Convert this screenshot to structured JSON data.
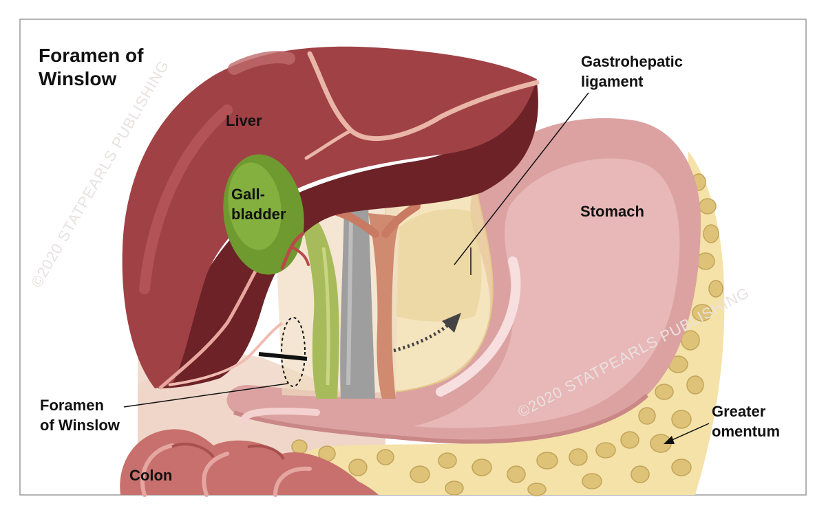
{
  "title": {
    "line1": "Foramen of",
    "line2": "Winslow"
  },
  "labels": {
    "liver": "Liver",
    "gallbladder": {
      "line1": "Gall-",
      "line2": "bladder"
    },
    "gastrohepatic": {
      "line1": "Gastrohepatic",
      "line2": "ligament"
    },
    "stomach": "Stomach",
    "foramen": {
      "line1": "Foramen",
      "line2": "of Winslow"
    },
    "greater_omentum": {
      "line1": "Greater",
      "line2": "omentum"
    },
    "colon": "Colon"
  },
  "watermarks": {
    "left": "©2020 STATPEARLS PUBLISHING",
    "right": "©2020 STATPEARLS PUBLISHING"
  },
  "colors": {
    "liver": "#a04146",
    "liver_dark": "#6e2326",
    "gallbladder": "#6e9a2e",
    "stomach": "#e2a7a6",
    "omentum": "#dcc078",
    "colon": "#c8706d"
  }
}
